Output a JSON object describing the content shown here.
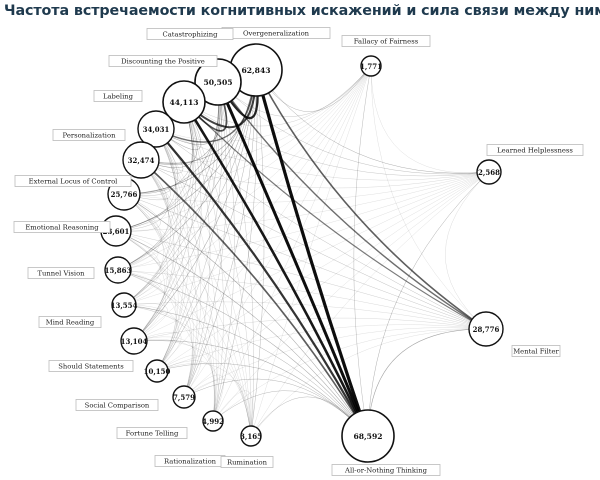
{
  "title": "Частота встречаемости когнитивных искажений и сила связи между ними",
  "nodes": [
    {
      "id": "overgen",
      "label": "Overgeneralization",
      "value": "62,843"
    },
    {
      "id": "catastro",
      "label": "Catastrophizing",
      "value": ""
    },
    {
      "id": "disc",
      "label": "Discounting the Positive",
      "value": "50,505"
    },
    {
      "id": "labeling",
      "label": "Labeling",
      "value": "44,113"
    },
    {
      "id": "person",
      "label": "Personalization",
      "value": "34,031"
    },
    {
      "id": "external",
      "label": "External Locus of Control",
      "value": "32,474"
    },
    {
      "id": "emotional",
      "label": "Emotional Reasoning",
      "value": "25,766"
    },
    {
      "id": "tunnel",
      "label": "Tunnel Vision",
      "value": "23,601"
    },
    {
      "id": "mindread",
      "label": "Mind Reading",
      "value": "15,863"
    },
    {
      "id": "should",
      "label": "Should Statements",
      "value": "13,554"
    },
    {
      "id": "social",
      "label": "Social Comparison",
      "value": "13,104"
    },
    {
      "id": "fortune",
      "label": "Fortune Telling",
      "value": "10,150"
    },
    {
      "id": "ration",
      "label": "Rationalization",
      "value": "7,579"
    },
    {
      "id": "rumin",
      "label": "Rumination",
      "value": "4,992"
    },
    {
      "id": "extra",
      "label": "",
      "value": "3,165"
    },
    {
      "id": "fairness",
      "label": "Fallacy of Fairness",
      "value": "1,771"
    },
    {
      "id": "helpless",
      "label": "Learned Helplessness",
      "value": "2,568"
    },
    {
      "id": "filter",
      "label": "Mental Filter",
      "value": "28,776"
    },
    {
      "id": "allnothing",
      "label": "All-or-Nothing Thinking",
      "value": "68,592"
    }
  ]
}
